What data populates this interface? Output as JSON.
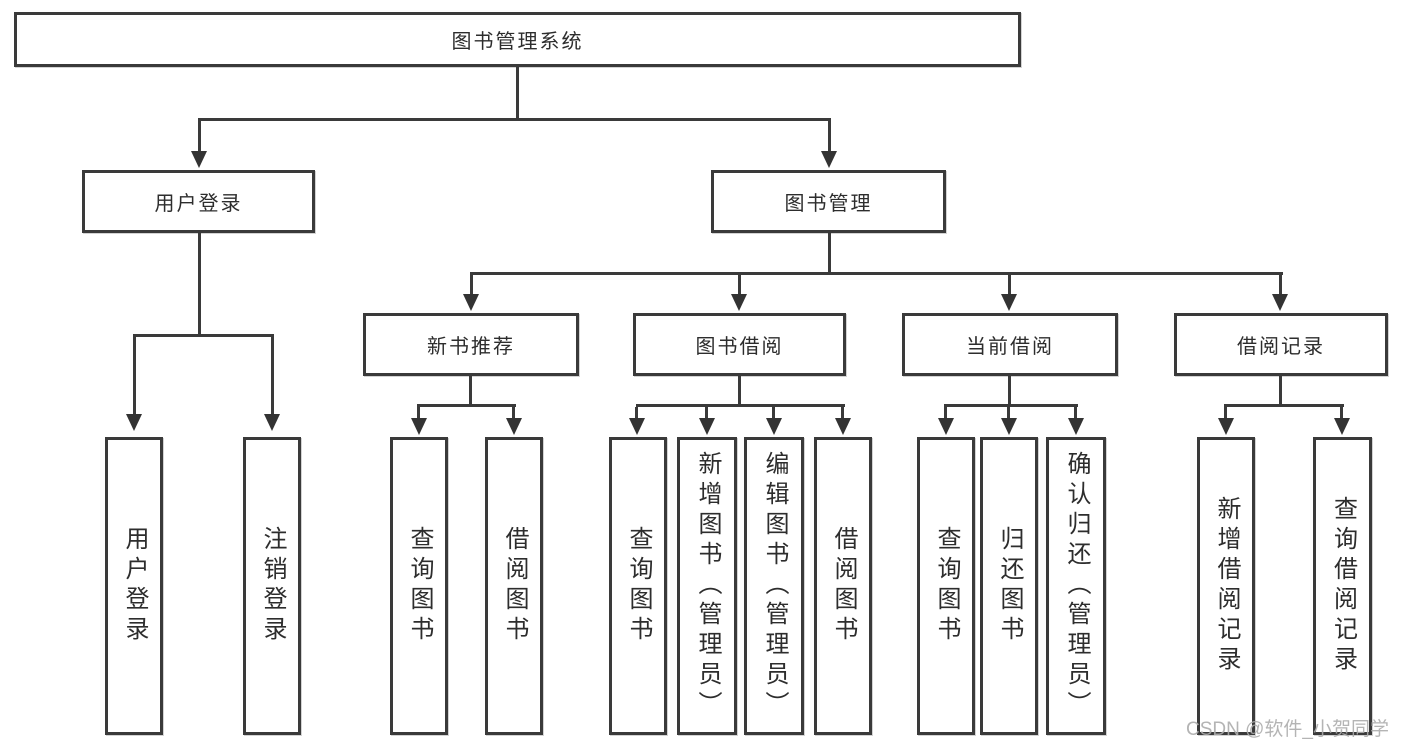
{
  "colors": {
    "line": "#3a3a3a",
    "box_border": "#3a3a3a",
    "box_fill": "#ffffff",
    "text": "#2d2d2d",
    "watermark": "#acacac",
    "background": "#ffffff"
  },
  "watermark": {
    "text": "CSDN @软件_小贺同学"
  },
  "tree": {
    "root": {
      "label": "图书管理系统"
    },
    "branches": [
      {
        "label": "用户登录",
        "children": [
          {
            "label": "用户登录"
          },
          {
            "label": "注销登录"
          }
        ]
      },
      {
        "label": "图书管理",
        "children": [
          {
            "label": "新书推荐",
            "children": [
              {
                "label": "查询图书"
              },
              {
                "label": "借阅图书"
              }
            ]
          },
          {
            "label": "图书借阅",
            "children": [
              {
                "label": "查询图书"
              },
              {
                "label": "新增图书（管理员）"
              },
              {
                "label": "编辑图书（管理员）"
              },
              {
                "label": "借阅图书"
              }
            ]
          },
          {
            "label": "当前借阅",
            "children": [
              {
                "label": "查询图书"
              },
              {
                "label": "归还图书"
              },
              {
                "label": "确认归还（管理员）"
              }
            ]
          },
          {
            "label": "借阅记录",
            "children": [
              {
                "label": "新增借阅记录"
              },
              {
                "label": "查询借阅记录"
              }
            ]
          }
        ]
      }
    ]
  }
}
